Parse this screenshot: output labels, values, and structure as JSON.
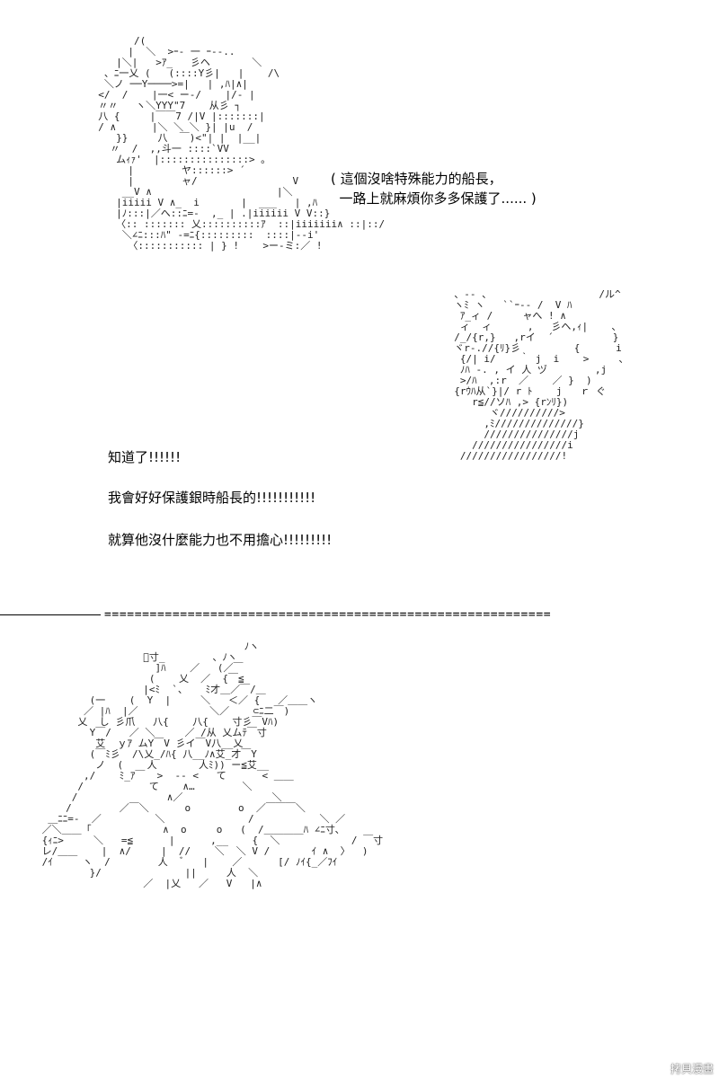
{
  "panel1": {
    "speech_bubble": "( 這個沒啥特殊能力的船長，\n  一路上就麻煩你多多保護了...... )",
    "reply_lines": [
      "知道了!!!!!!",
      "我會好好保護銀時船長的!!!!!!!!!!!",
      "就算他沒什麼能力也不用擔心!!!!!!!!!"
    ]
  },
  "divider": {
    "equals": "==========================================================="
  },
  "watermark": "拷貝漫畫",
  "art": {
    "character_left": "        /(\n       |  ＼  >ｰ- 一 ｰ--..\n     |＼|   >ｱ_   彡ヘ       ＼\n   、ﾆ一乂 (   (::::Y彡|   |    /\\\n   ＼ノ ──Y────>=|   | ,ﾊ|∧|\n  </  /    |一< ー-/    |/- |\n  〃〃   ヽ＼YYY\"7    从彡 ┐\n  八 {     |￣￣7 /|V |:::::::|\n  / ∧      |＼ ＼ ＼ }| |u  /\n     }}     八  ￣)<\"| |  |__|\n    〃  /  ,,斗一 ::::`VV\n     ムｨｧ'  |:::::::::::::::> 。\n       |        ヤ::::::> ´\n       |        ャ/                V\n      __V ∧                     |＼\n     |iiiii V ∧_  i       |  ___   | ,ﾊ\n     |ﾉ:::|／へ::ﾆ=-  ,_ | .|iiiiii V V::}\n     〈:: ::::::: 乂::::::::::ｱ  ::|iiiiiii∧ ::|::/\n      ＼∠ﾆ:::ﾊ\" -=ﾆ{:::::::::  ::::|--i'\n       〈::::::::::: | } !    >ー-ミ:／ !",
    "character_right": "  、-- 、                  /ル^\n  ヽﾐ ヽ   ``ｰ-- /  V ﾊ\n   ｱ_ィ /     ャへ ! ∧\n   ィ  ィ      ,   彡ヘ,ｨ|    ､\n  /_/{r,}   ,rイ  ´          }\n  ヾr-.//{ﾘ}彡         {      i\n   {/| i/    ｀ j  i    >     、\n   ﾉﾊ -. , イ 人 ヅ        ,j\n   >/ﾊ  ,:r  ／    ／ }  )\n  {rｳﾊ从`}|/ r ﾄ    j   ｒ ぐ\n     r≦//ソﾊ ,> {rﾝﾘ})\n        ヾ//////////>\n       ,ﾐ//////////////}\n       ///////////////j\n     ////////////////i\n   /////////////////!",
    "lower_group": "                                   ﾉヽ\n                  ﾞ寸_        、ﾉヽ\n                    ]ﾊ    ／   (／￣\n                   (    乂  ／  {￣≦\n                  |<ﾐ  `、   ﾐ才＿／￣/＿\n         (一    (  Y  |     ＼   ＜／ {   ／＿＿ヽ\n        ／ |ﾊ  |／            ＼／    ⊂ﾆ二￣)\n       乂  し 彡爪   八{    八{    寸彡￣Vﾊ)\n         Y￣/   ／ ＼     ／ /从 乂ムﾃ￣寸\n          艾  ｙｱ ムY￣V 彡イ￣V八__乂\n         (￣ﾐ彡  /\\乂_/ﾊ{ 八__ﾉ∧艾_才￣Y\n          ノ  (    人       人ﾐ)) ー≦艾__\n        ,/    ﾐ_ｱ￣  >  -- <   て      < ＿＿\n       /           て    ∧…        ＼\n      /               ∧／               ＼\n     /        ／￣＼      o        o  ／￣￣￣＼\n  ＿ﾆﾆ=-  ／         ＼              /           ＼ ／\n ／＼＿＿「            ∧  o     o   (  /＿＿＿＿ﾊ ∠ﾆ寸､\n {ｨﾆ>     ＼   =≦      |      ,__    {  ＼            / ￣寸\n レ/＿＿    |  ∧/     |  //    ＼  ＼ V /       ｲ ∧  〉  ) \n /ｲ     ヽ  /        人  ﾞ   |    ／      [/ ﾉｲ{_／ﾌｲ\n         }/              ||     人  ＼\n                  ／  |乂   ／   V   |∧"
  }
}
